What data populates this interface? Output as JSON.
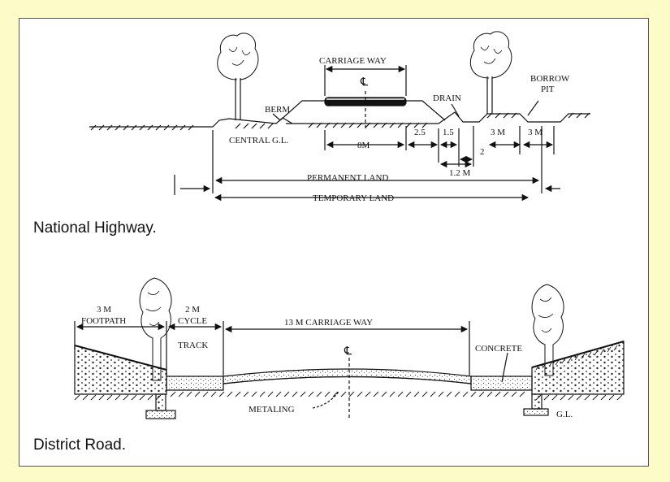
{
  "national_highway": {
    "caption": "National Highway.",
    "labels": {
      "carriage_way": "CARRIAGE WAY",
      "centerline": "℄",
      "berm": "BERM",
      "drain": "DRAIN",
      "borrow_pit_1": "BORROW",
      "borrow_pit_2": "PIT",
      "central_gl": "CENTRAL G.L.",
      "width_8m": "8M",
      "dim_2_5": "2.5",
      "dim_1_5": "1.5",
      "dim_3m_a": "3 M",
      "dim_3m_b": "3 M",
      "dim_2": "2",
      "dim_1_2m": "1.2 M",
      "permanent_land": "PERMANENT LAND",
      "temporary_land": "TEMPORARY LAND"
    }
  },
  "district_road": {
    "caption": "District Road.",
    "labels": {
      "footpath_width": "3 M",
      "footpath": "FOOTPATH",
      "cycle_width": "2 M",
      "cycle": "CYCLE",
      "track": "TRACK",
      "carriage_way": "13 M CARRIAGE WAY",
      "centerline": "℄",
      "concrete": "CONCRETE",
      "metaling": "METALING",
      "gl": "G.L."
    }
  },
  "colors": {
    "page_background": "#fdfbc8",
    "panel_background": "#ffffff",
    "ink": "#111111"
  }
}
